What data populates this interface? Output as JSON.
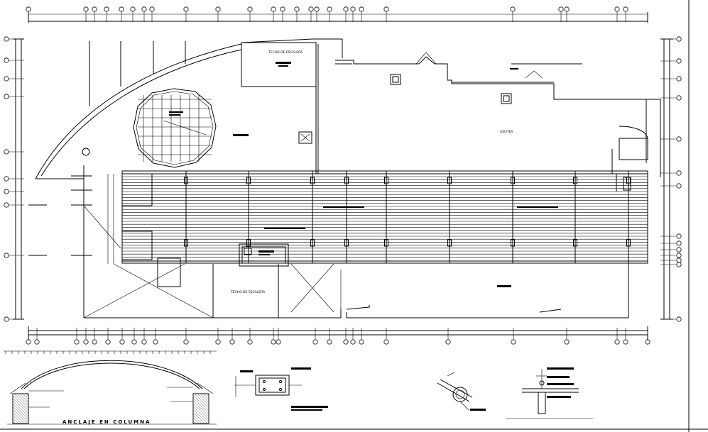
{
  "plan": {
    "label_roof_upper": "TECHO DE ESCALERA",
    "label_roof_lower": "TECHO DE ESCALERA",
    "label_right_area": "AZOTEA"
  },
  "details": {
    "anchor_title": "ANCLAJE EN COLUMNA"
  }
}
